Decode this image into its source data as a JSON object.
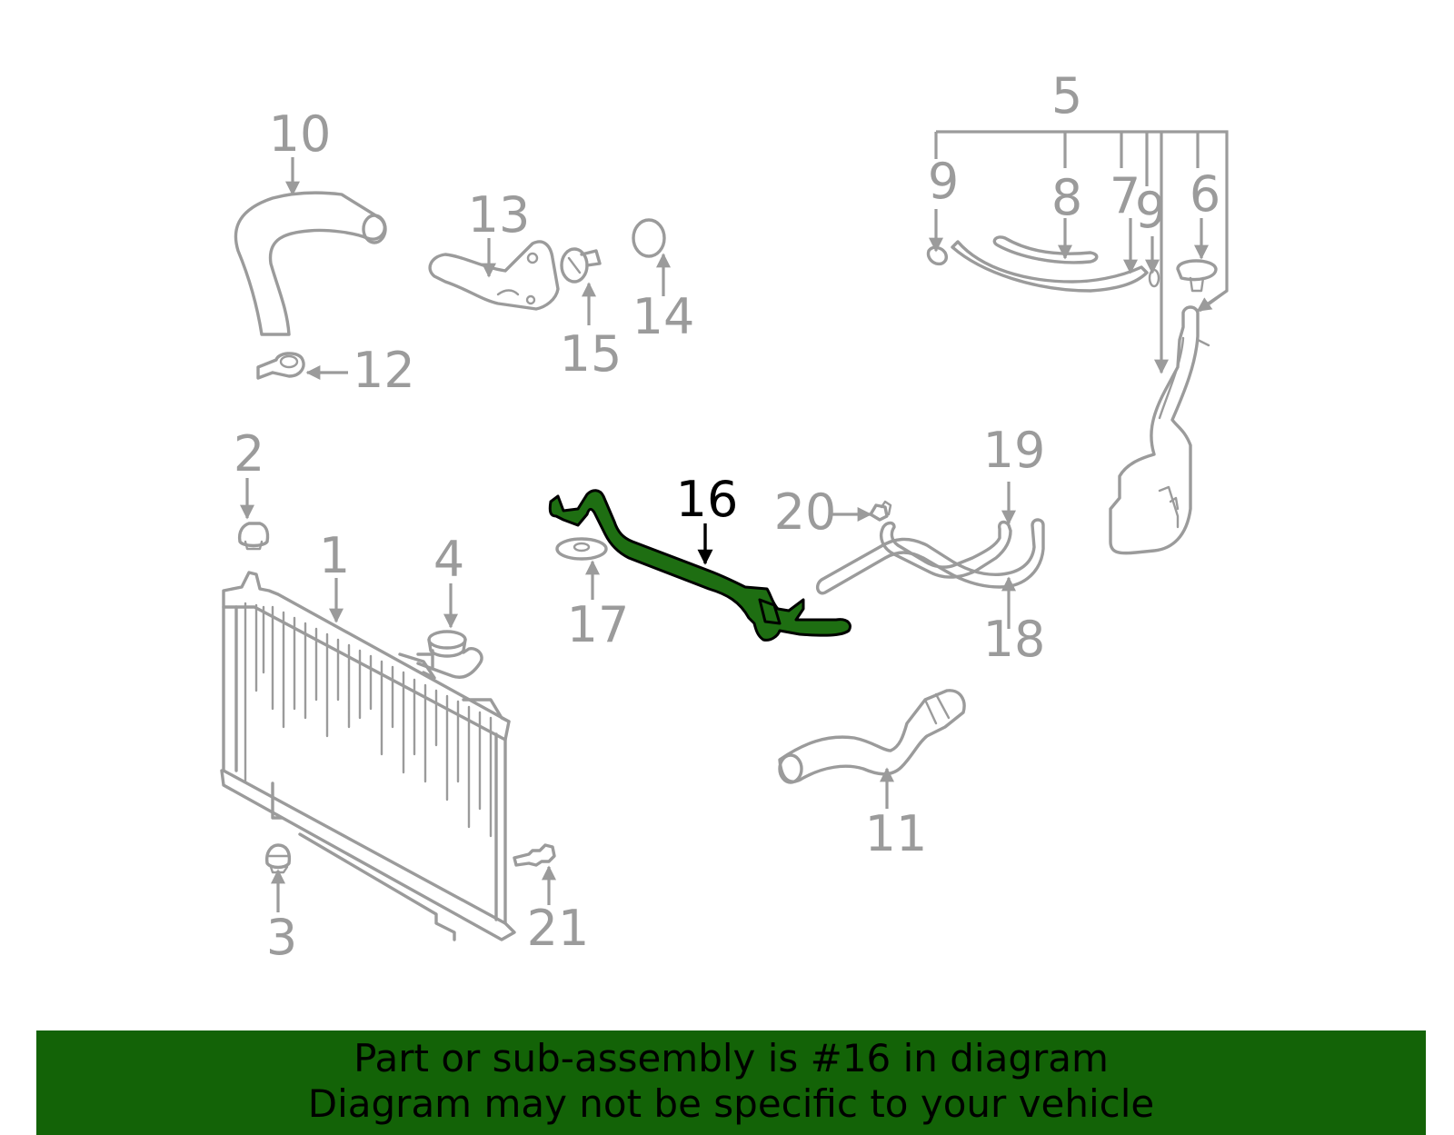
{
  "diagram": {
    "callouts": {
      "c1": "1",
      "c2": "2",
      "c3": "3",
      "c4": "4",
      "c5": "5",
      "c6": "6",
      "c7": "7",
      "c8": "8",
      "c9a": "9",
      "c9b": "9",
      "c10": "10",
      "c11": "11",
      "c12": "12",
      "c13": "13",
      "c14": "14",
      "c15": "15",
      "c16": "16",
      "c17": "17",
      "c18": "18",
      "c19": "19",
      "c20": "20",
      "c21": "21"
    },
    "highlighted_part": "16",
    "highlight_color": "#1e6e12",
    "part_color": "#9b9b9b"
  },
  "banner": {
    "line1": "Part or sub-assembly is #16 in diagram",
    "line2": "Diagram may not be specific to your vehicle",
    "background": "#136307"
  }
}
